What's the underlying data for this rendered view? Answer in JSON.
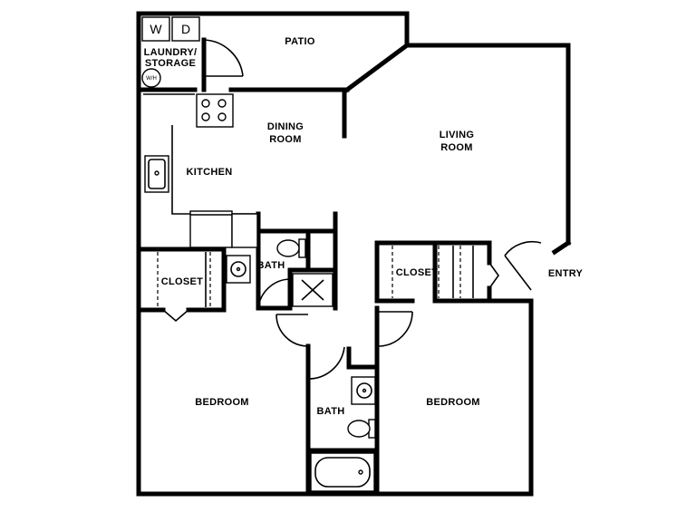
{
  "rooms": {
    "patio": "PATIO",
    "laundry_line1": "LAUNDRY/",
    "laundry_line2": "STORAGE",
    "washer": "W",
    "dryer": "D",
    "water_heater": "W/H",
    "dining_line1": "DINING",
    "dining_line2": "ROOM",
    "living_line1": "LIVING",
    "living_line2": "ROOM",
    "kitchen": "KITCHEN",
    "closet_left": "CLOSET",
    "closet_right": "CLOSET",
    "bath_upper": "BATH",
    "bath_lower": "BATH",
    "entry": "ENTRY",
    "bedroom_left": "BEDROOM",
    "bedroom_right": "BEDROOM"
  }
}
